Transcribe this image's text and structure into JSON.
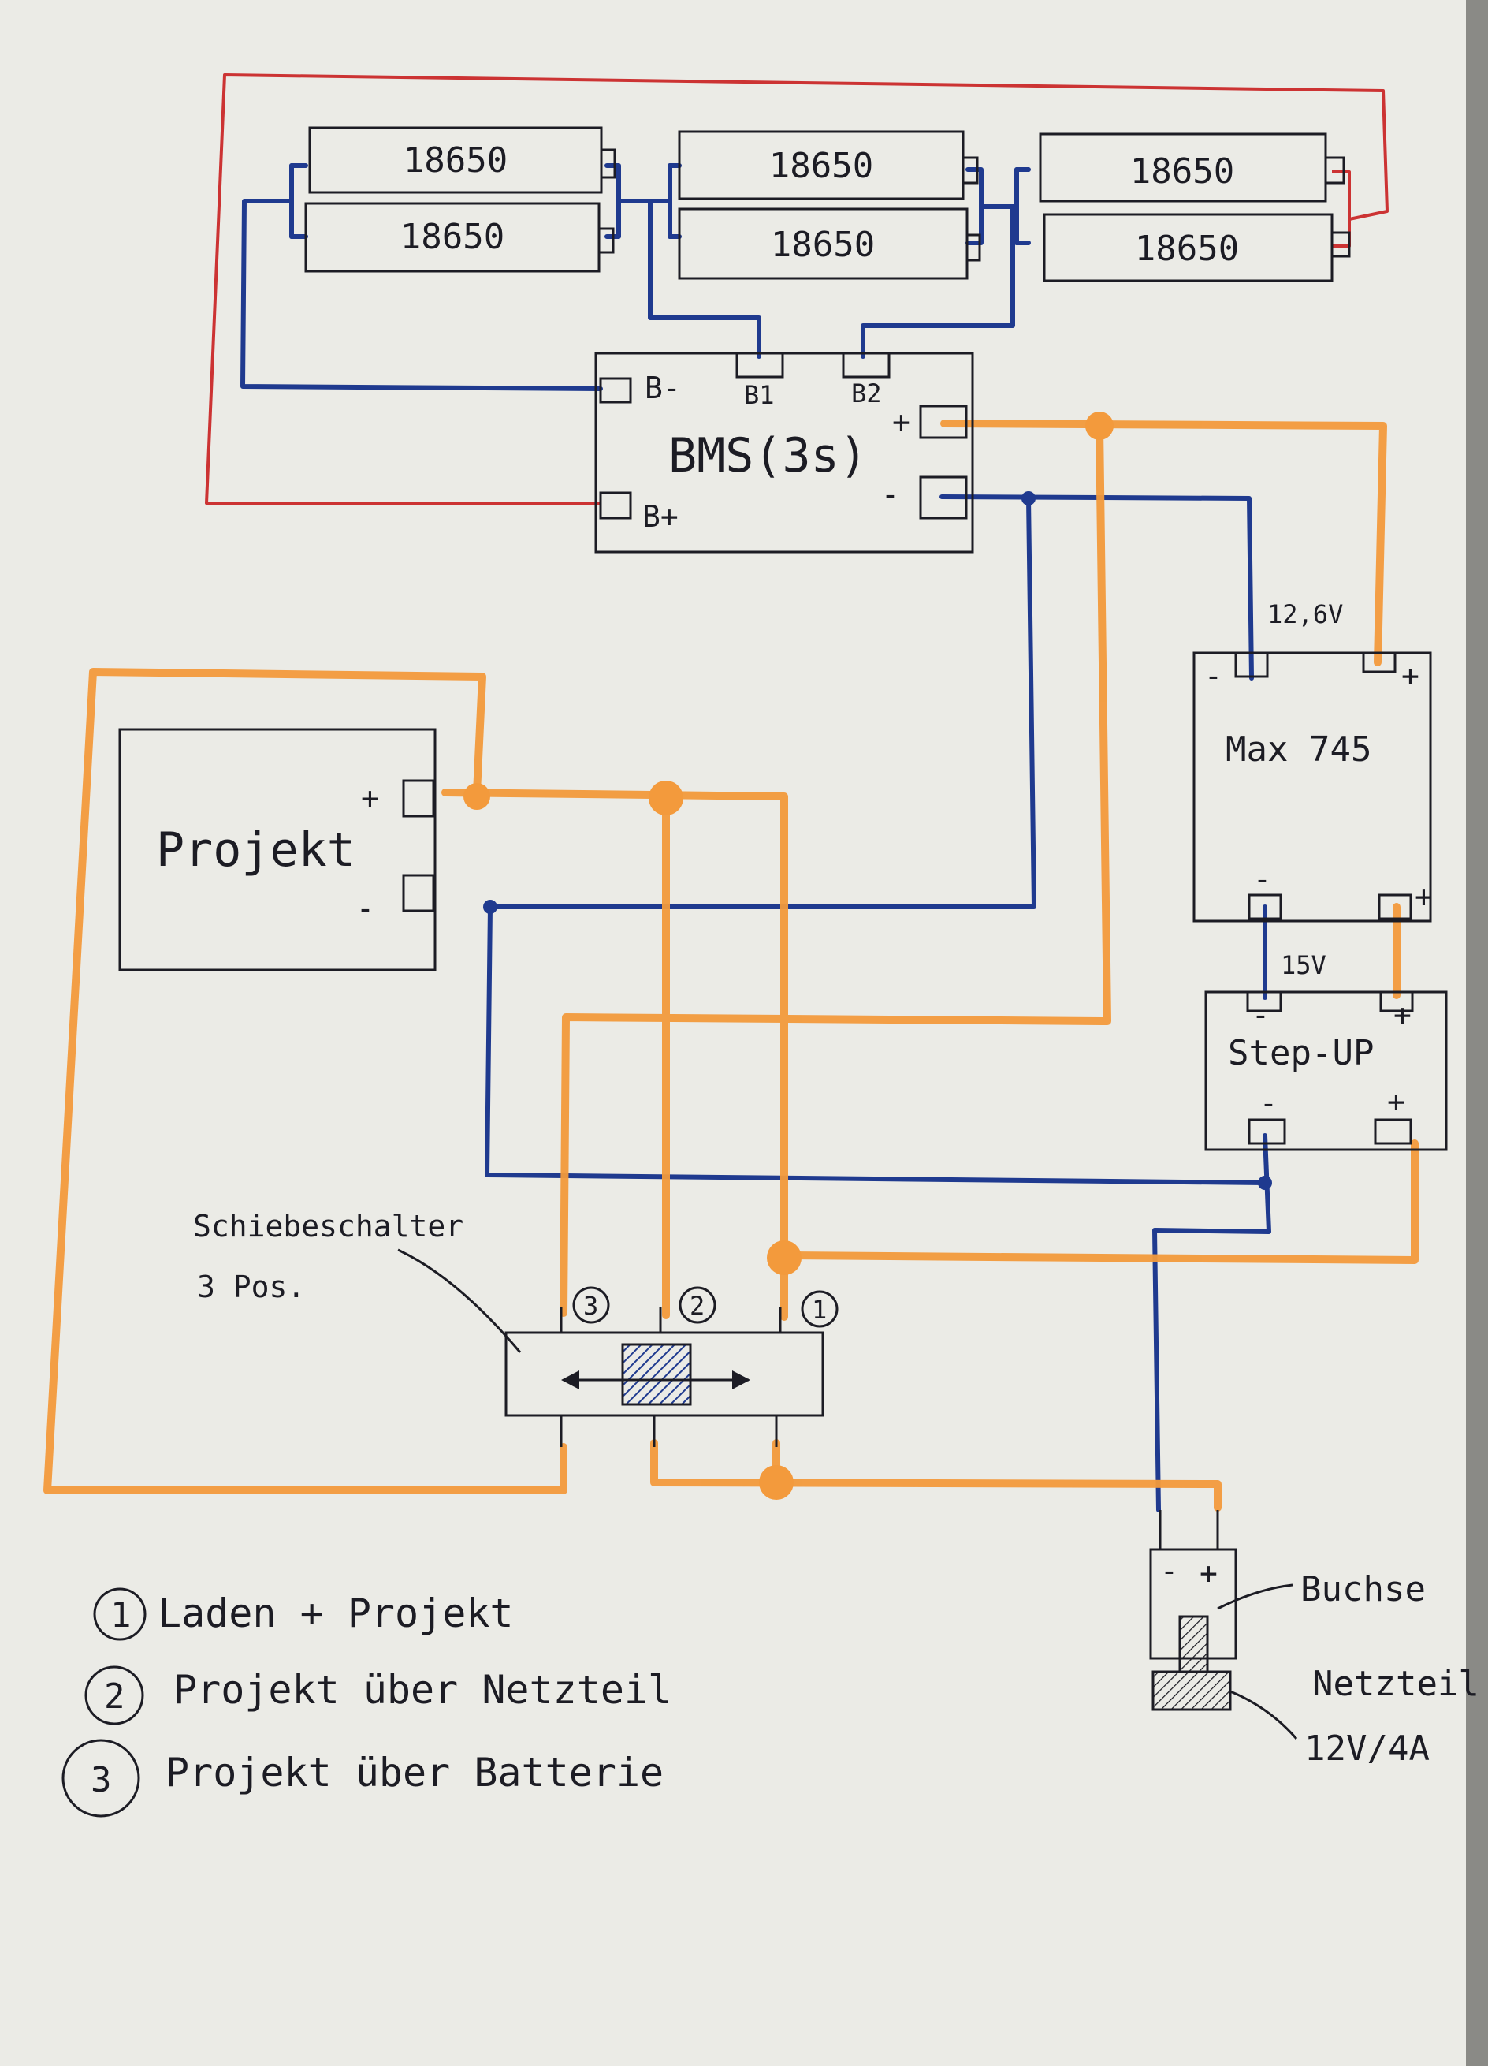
{
  "colors": {
    "paper": "#ebebe6",
    "ink": "#1c1c24",
    "wire_red": "#cc3333",
    "wire_blue": "#1f3a8f",
    "wire_orange": "#f39a3c"
  },
  "cells": [
    {
      "label": "18650"
    },
    {
      "label": "18650"
    },
    {
      "label": "18650"
    },
    {
      "label": "18650"
    },
    {
      "label": "18650"
    },
    {
      "label": "18650"
    }
  ],
  "bms": {
    "title": "BMS(3s)",
    "pin_b_minus": "B-",
    "pin_b1": "B1",
    "pin_b2": "B2",
    "pin_b_plus": "B+",
    "out_plus": "+",
    "out_minus": "-"
  },
  "max745": {
    "title": "Max 745",
    "input_voltage": "12,6V",
    "in_minus": "-",
    "in_plus": "+",
    "out_minus": "-",
    "out_plus": "+"
  },
  "step_up": {
    "title": "Step-UP",
    "input_voltage": "15V",
    "in_minus": "-",
    "in_plus": "+",
    "out_minus": "-",
    "out_plus": "+"
  },
  "projekt": {
    "title": "Projekt",
    "plus": "+",
    "minus": "-"
  },
  "switch": {
    "label_line1": "Schiebeschalter",
    "label_line2": "3 Pos.",
    "pos3": "3",
    "pos2": "2",
    "pos1": "1"
  },
  "buchse": {
    "label": "Buchse",
    "minus": "-",
    "plus": "+"
  },
  "netzteil": {
    "label_line1": "Netzteil",
    "label_line2": "12V/4A"
  },
  "legend": [
    {
      "number": "1",
      "text": "Laden + Projekt"
    },
    {
      "number": "2",
      "text": "Projekt über Netzteil"
    },
    {
      "number": "3",
      "text": "Projekt über Batterie"
    }
  ]
}
